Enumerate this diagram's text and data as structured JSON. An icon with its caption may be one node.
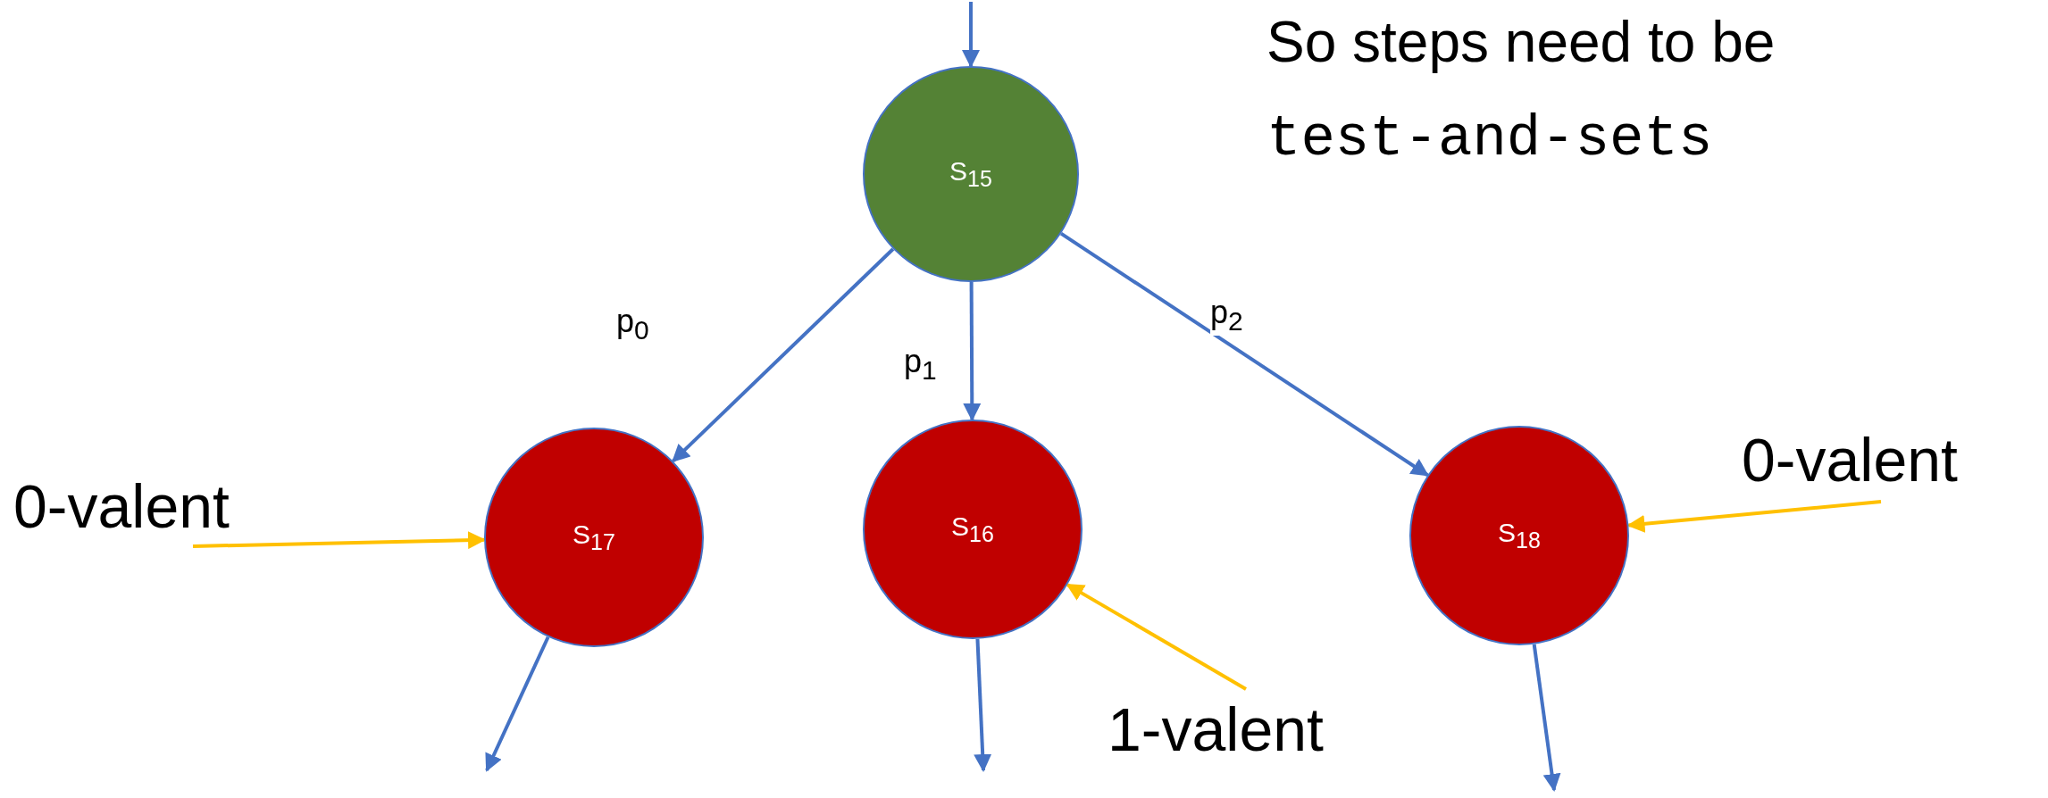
{
  "diagram": {
    "nodes": [
      {
        "text": [
          "S$_{15}$"
        ]
      },
      {
        "text": [
          "S$_{17}$"
        ]
      },
      {
        "text": [
          "S$_{16}$"
        ]
      },
      {
        "text": [
          "S$_{18}$"
        ]
      },
      {
        "text": [
          "0-valent"
        ]
      },
      {
        "text": [
          "1-valent"
        ]
      },
      {
        "text": [
          "0-valent"
        ]
      }
    ],
    "edges": [
      {
        "from": null,
        "to": 0,
        "arrow": "to"
      },
      {
        "from": 0,
        "to": 1,
        "arrow": "to",
        "label": "p$_{0}$"
      },
      {
        "from": 0,
        "to": 2,
        "arrow": "to",
        "label": "p$_{1}$"
      },
      {
        "from": 0,
        "to": 3,
        "arrow": "to",
        "label": "p$_{2}$"
      },
      {
        "from": 1,
        "to": null,
        "arrow": "to"
      },
      {
        "from": 2,
        "to": null,
        "arrow": "to"
      },
      {
        "from": 3,
        "to": null,
        "arrow": "to"
      },
      {
        "from": 4,
        "to": 1,
        "arrow": "to",
        "color": "#ffc000"
      },
      {
        "from": 5,
        "to": 2,
        "arrow": "to",
        "color": "#ffc000"
      },
      {
        "from": 6,
        "to": 3,
        "arrow": "to",
        "color": "#ffc000"
      }
    ],
    "labels": [
      "So steps need to be",
      "test-and-sets"
    ]
  }
}
